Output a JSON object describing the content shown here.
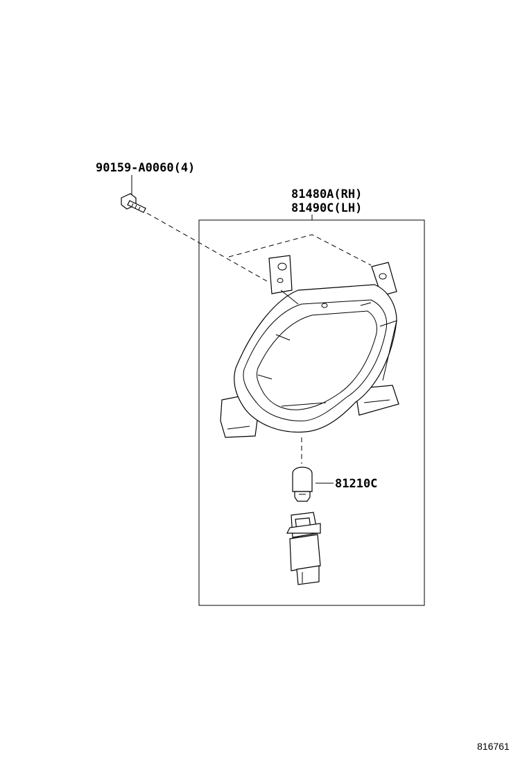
{
  "callouts": {
    "bolt": "90159-A0060(4)",
    "lamp_rh": "81480A(RH)",
    "lamp_lh": "81490C(LH)",
    "bulb": "81210C"
  },
  "reference_number": "816761"
}
